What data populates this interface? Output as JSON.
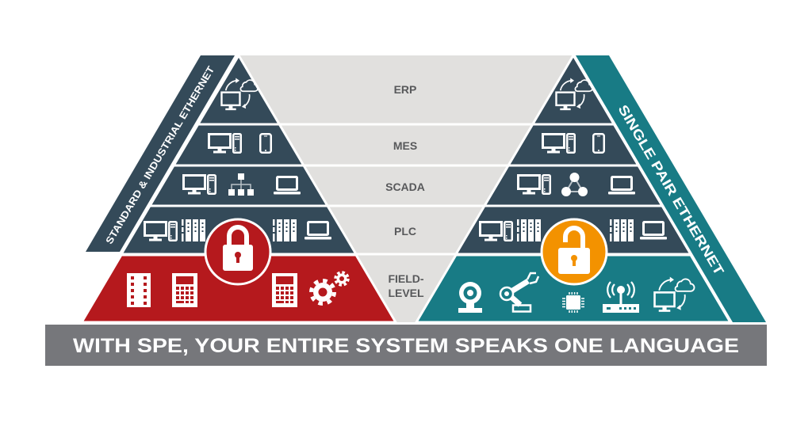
{
  "colors": {
    "slate": "#344a59",
    "red": "#b5191d",
    "teal": "#187b85",
    "orange": "#f39200",
    "middle_gray": "#e1e0de",
    "banner_gray": "#76777b",
    "level_text": "#58595b"
  },
  "levels": {
    "erp": "ERP",
    "mes": "MES",
    "scada": "SCADA",
    "plc": "PLC",
    "field_line1": "FIELD-",
    "field_line2": "LEVEL"
  },
  "left_pyramid": {
    "band_label": "STANDARD & INDUSTRIAL ETHERNET",
    "lock_state": "locked",
    "rows": [
      {
        "level": "ERP",
        "icons": [
          "cloud-sync-monitor-icon"
        ]
      },
      {
        "level": "MES",
        "icons": [
          "desktop-computer-icon",
          "smartphone-icon"
        ]
      },
      {
        "level": "SCADA",
        "icons": [
          "desktop-computer-icon",
          "hierarchy-network-icon",
          "laptop-icon"
        ]
      },
      {
        "level": "PLC",
        "icons": [
          "desktop-computer-icon",
          "plc-rack-icon",
          "plc-rack-icon",
          "laptop-icon"
        ]
      },
      {
        "level": "FIELD-LEVEL",
        "icons": [
          "io-module-icon",
          "controller-icon",
          "controller-icon",
          "gears-icon"
        ]
      }
    ]
  },
  "right_pyramid": {
    "band_label": "SINGLE PAIR ETHERNET",
    "lock_state": "unlocked",
    "rows": [
      {
        "level": "ERP",
        "icons": [
          "cloud-sync-monitor-icon"
        ]
      },
      {
        "level": "MES",
        "icons": [
          "desktop-computer-icon",
          "smartphone-icon"
        ]
      },
      {
        "level": "SCADA",
        "icons": [
          "desktop-computer-icon",
          "triangle-network-icon",
          "laptop-icon"
        ]
      },
      {
        "level": "PLC",
        "icons": [
          "desktop-computer-icon",
          "plc-rack-icon",
          "plc-rack-icon",
          "laptop-icon"
        ]
      },
      {
        "level": "FIELD-LEVEL",
        "icons": [
          "webcam-icon",
          "robot-arm-icon",
          "chip-icon",
          "router-icon",
          "cloud-sync-monitor-icon"
        ]
      }
    ]
  },
  "banner": {
    "text": "WITH SPE, YOUR ENTIRE SYSTEM SPEAKS ONE LANGUAGE"
  }
}
